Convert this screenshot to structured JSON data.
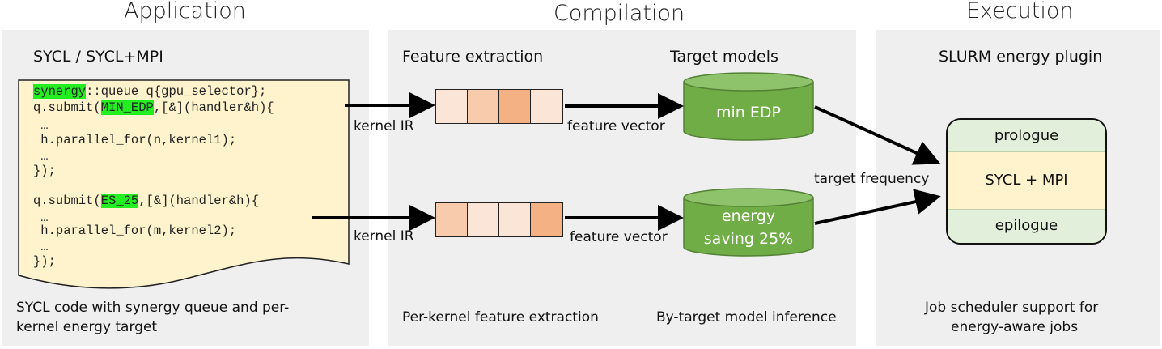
{
  "sections": {
    "application": "Application",
    "compilation": "Compilation",
    "execution": "Execution"
  },
  "application": {
    "header": "SYCL / SYCL+MPI",
    "caption_line1": "SYCL code with synergy queue and per-",
    "caption_line2": "kernel energy target",
    "code": {
      "l1_hl": "synergy",
      "l1_rest": "::queue q{gpu_selector};",
      "l2_pre": "q.submit(",
      "l2_hl": "MIN_EDP",
      "l2_rest": ",[&](handler&h){",
      "l3": " …",
      "l4": " h.parallel_for(n,kernel1);",
      "l5": " …",
      "l6": "});",
      "l7_pre": "q.submit(",
      "l7_hl": "ES_25",
      "l7_rest": ",[&](handler&h){",
      "l8": " …",
      "l9": " h.parallel_for(m,kernel2);",
      "l10": " …",
      "l11": "});"
    }
  },
  "compilation": {
    "feature_header": "Feature extraction",
    "models_header": "Target models",
    "kernel_ir_top": "kernel IR",
    "kernel_ir_bottom": "kernel IR",
    "feature_vector_top": "feature vector",
    "feature_vector_bottom": "feature vector",
    "model_top": "min EDP",
    "model_bottom_line1": "energy",
    "model_bottom_line2": "saving  25%",
    "caption_left": "Per-kernel feature extraction",
    "caption_right": "By-target model inference",
    "vector_colors_top": [
      "#fbe5d6",
      "#f8cbad",
      "#f4b183",
      "#fbe5d6"
    ],
    "vector_colors_bottom": [
      "#f8cbad",
      "#fbe5d6",
      "#fbe5d6",
      "#f4b183"
    ]
  },
  "execution": {
    "header": "SLURM energy plugin",
    "target_frequency": "target frequency",
    "prologue": "prologue",
    "middle": "SYCL + MPI",
    "epilogue": "epilogue",
    "caption_line1": "Job scheduler support for",
    "caption_line2": "energy-aware jobs"
  },
  "colors": {
    "highlight": "#22ee22",
    "document_fill": "#fff3cd",
    "model_fill": "#70ad47",
    "band_fill": "#e2efda",
    "panel_fill": "#efefef"
  }
}
